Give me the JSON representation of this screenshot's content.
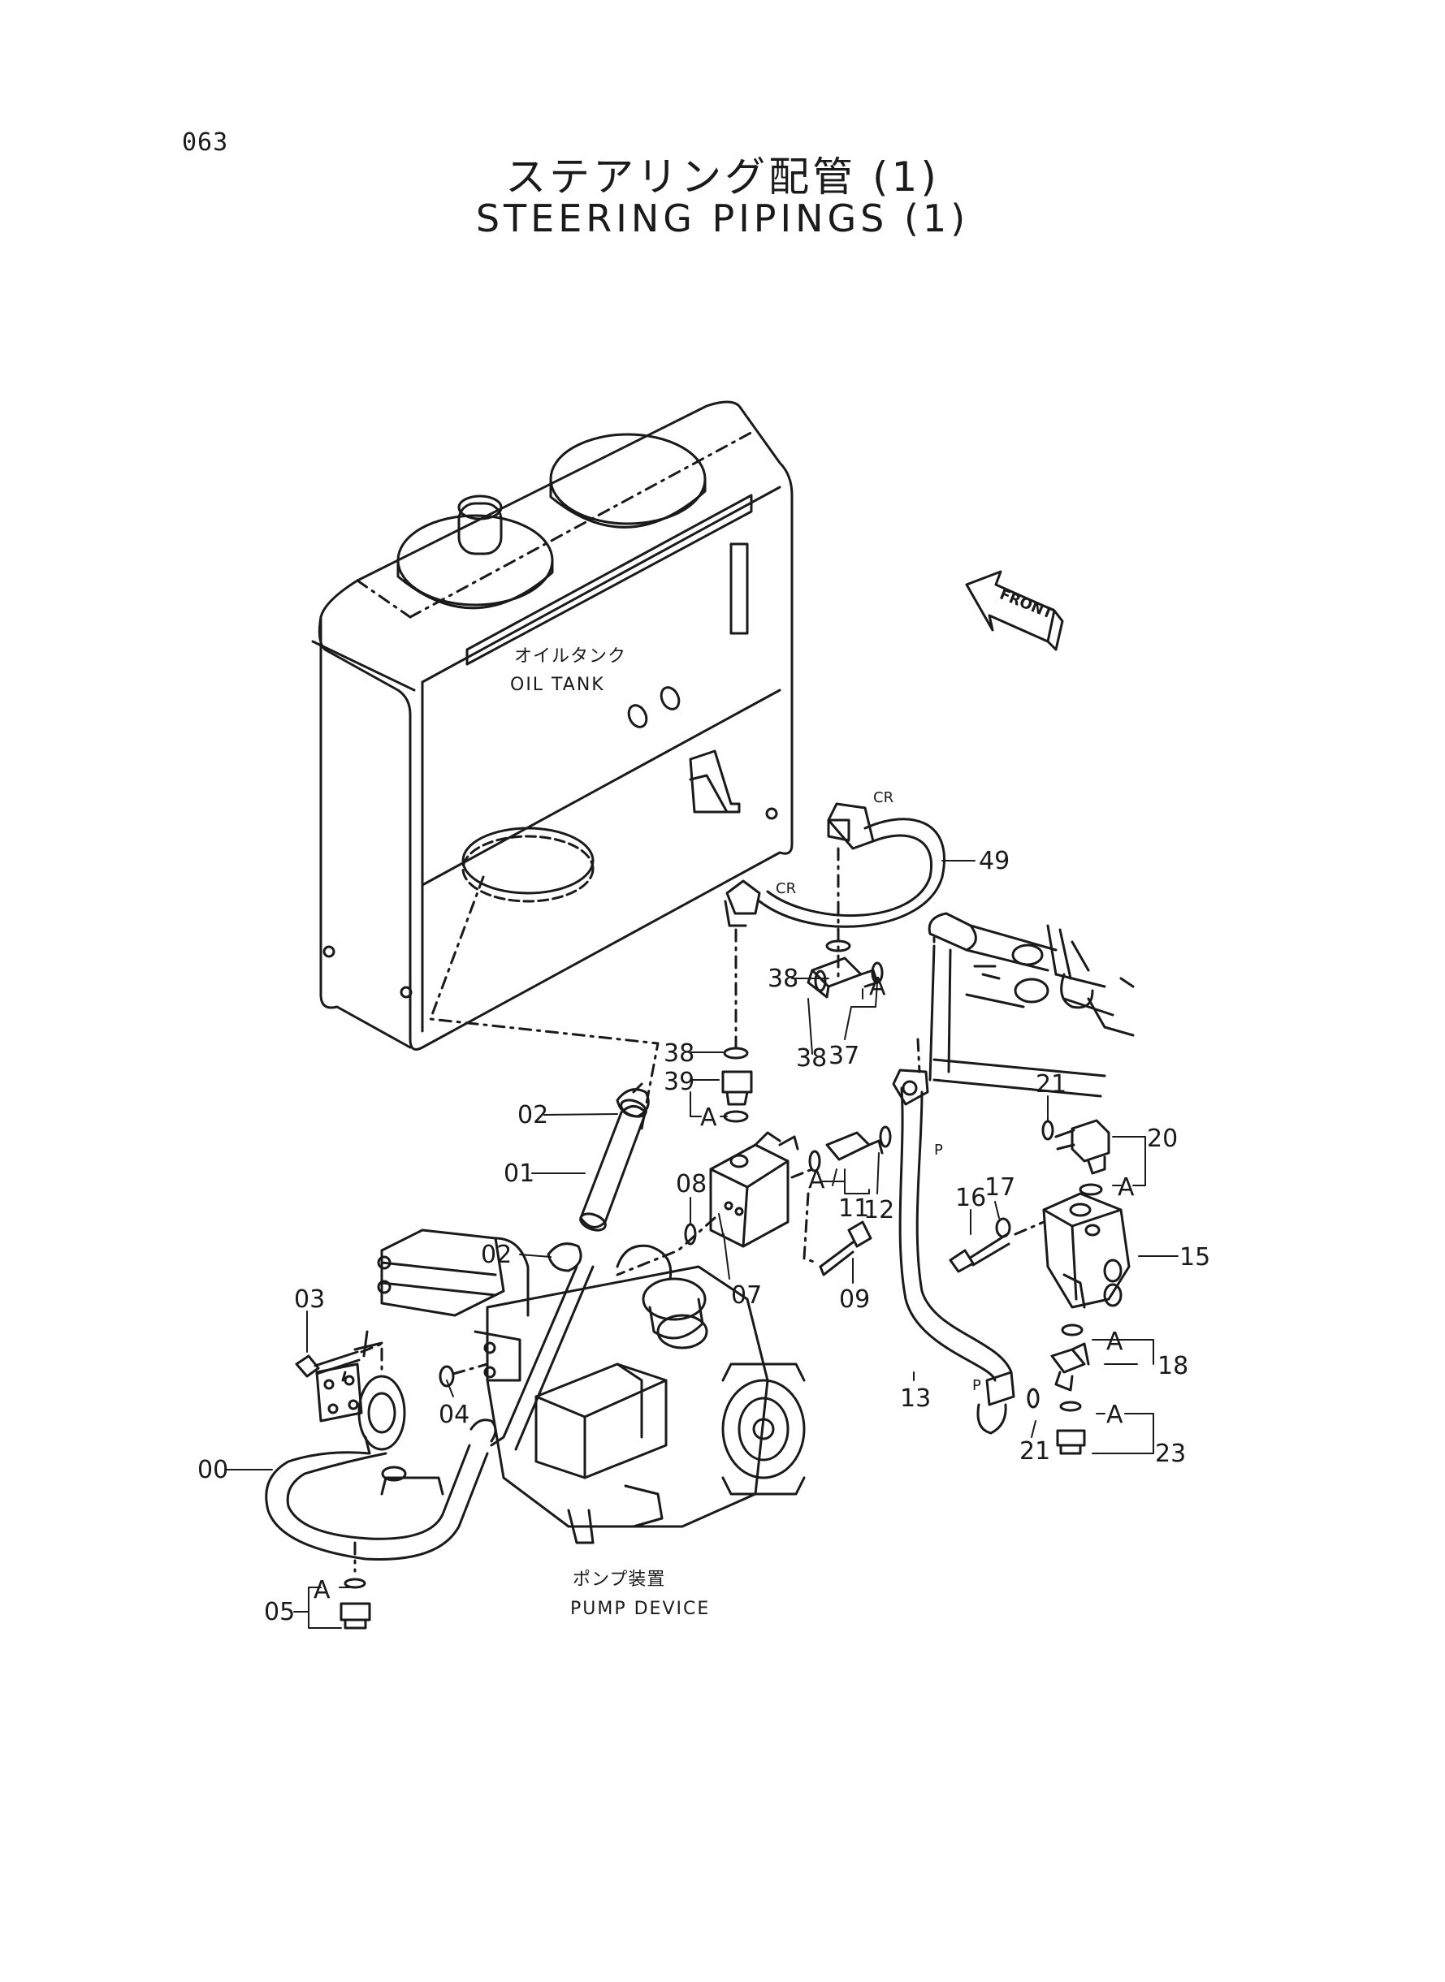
{
  "page_number": "063",
  "title_jp": "ステアリング配管 (1)",
  "title_en": "STEERING PIPINGS (1)",
  "front_label": "FRONT",
  "components": {
    "oil_tank_jp": "オイルタンク",
    "oil_tank_en": "OIL TANK",
    "pump_device_jp": "ポンプ装置",
    "pump_device_en": "PUMP DEVICE"
  },
  "marks": {
    "cr": "CR",
    "p": "P",
    "a": "A"
  },
  "callouts": [
    "00",
    "01",
    "02",
    "02",
    "03",
    "04",
    "05",
    "07",
    "08",
    "09",
    "11",
    "12",
    "13",
    "15",
    "16",
    "17",
    "18",
    "20",
    "21",
    "21",
    "23",
    "37",
    "38",
    "38",
    "38",
    "39",
    "49"
  ]
}
